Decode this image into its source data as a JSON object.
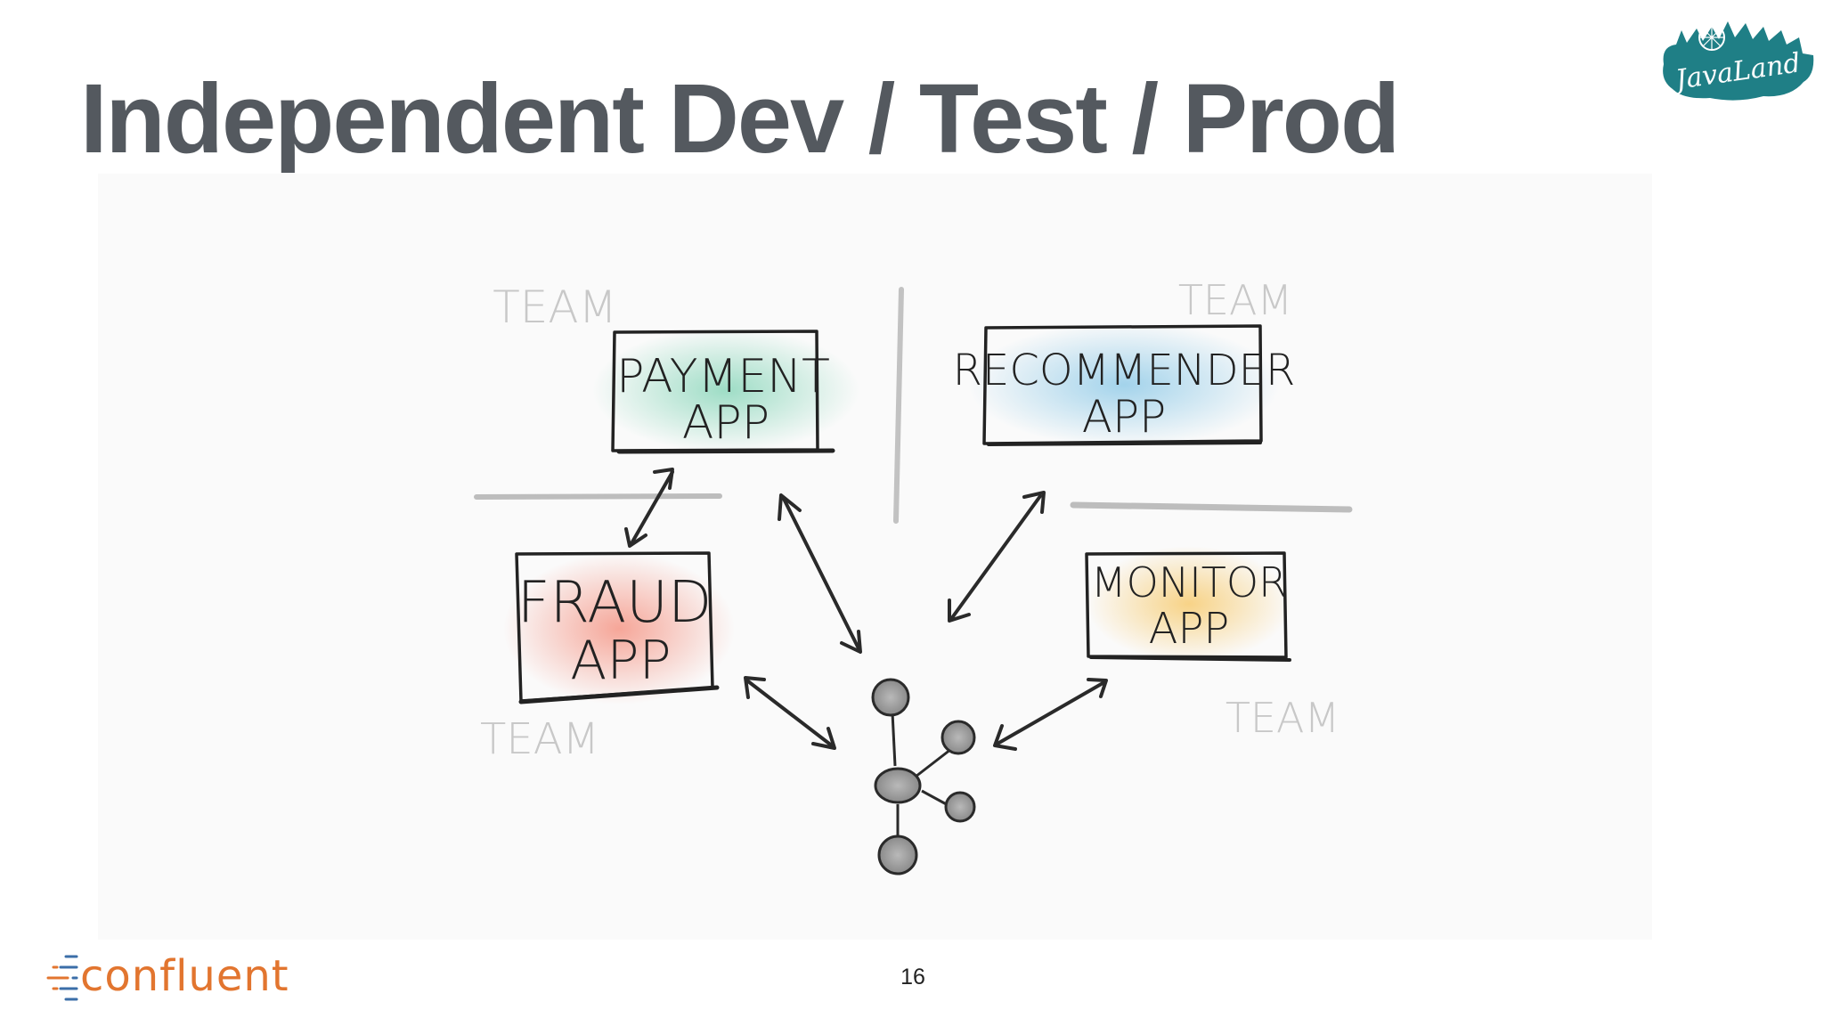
{
  "slide": {
    "title": "Independent Dev / Test / Prod",
    "page_number": "16"
  },
  "diagram": {
    "apps": [
      {
        "id": "payment",
        "line1": "PAYMENT",
        "line2": "APP",
        "tint": "#7fd3b4"
      },
      {
        "id": "recommender",
        "line1": "RECOMMENDER",
        "line2": "APP",
        "tint": "#86c6e6"
      },
      {
        "id": "fraud",
        "line1": "FRAUD",
        "line2": "APP",
        "tint": "#f48a78"
      },
      {
        "id": "monitor",
        "line1": "MONITOR",
        "line2": "APP",
        "tint": "#f7c96a"
      }
    ],
    "team_label": "TEAM"
  },
  "brand": {
    "confluent": "confluent",
    "confluent_color": "#e2752f",
    "javaland_color": "#1f7f86",
    "javaland_text": "JavaLand"
  }
}
